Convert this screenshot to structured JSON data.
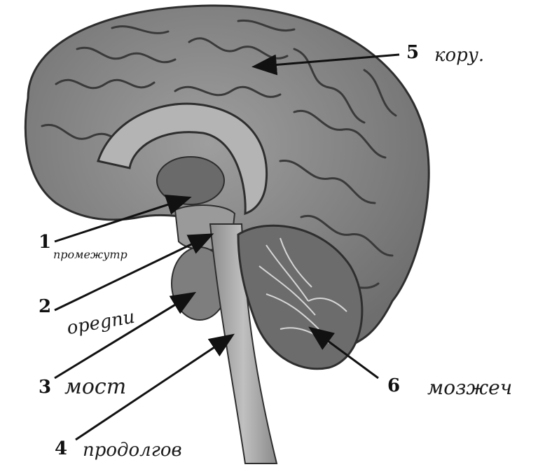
{
  "labels": [
    {
      "number": "1",
      "handwritten": "промежутр"
    },
    {
      "number": "2",
      "handwritten": "орegnu"
    },
    {
      "number": "3",
      "handwritten": "мост"
    },
    {
      "number": "4",
      "handwritten": "продолгов"
    },
    {
      "number": "5",
      "handwritten": "кору."
    },
    {
      "number": "6",
      "handwritten": "мозжеч"
    }
  ],
  "colors": {
    "brain_fill": "#8a8a8a",
    "cortex_dark": "#3a3a3a",
    "corpus_callosum": "#b4b4b4",
    "brainstem": "#a6a6a6",
    "cerebellum": "#6c6c6c",
    "arrow": "#111111"
  }
}
